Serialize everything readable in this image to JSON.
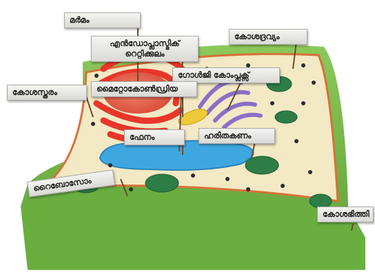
{
  "labels": {
    "nucleolus": "മർമം",
    "endoplasmic_reticulum": "എൻഡോപ്ലാസ്മിക് റെറ്റിക്കുലം",
    "cytoplasm": "കോശദ്രവ്യം",
    "golgi_complex": "ഗോൾജി കോംപ്ലക്സ്",
    "cell_membrane": "കോശസ്തരം",
    "mitochondria": "മൈറ്റോകോൺഡ്രിയ",
    "vacuole": "ഫേനം",
    "chloroplast": "ഹരിതകണം",
    "ribosome": "റൈബോസോം",
    "cell_wall": "കോശഭിത്തി"
  },
  "colors": {
    "cell_wall": "#7bbf4a",
    "cytoplasm": "#f3e9c4",
    "membrane_line": "#d9703a",
    "er": "#e8362a",
    "golgi": "#8a6fc9",
    "vacuole": "#3fa7e0",
    "chloroplast": "#2e7d46",
    "mitochondria": "#f0c93a",
    "ribosome": "#2b2b2b"
  }
}
